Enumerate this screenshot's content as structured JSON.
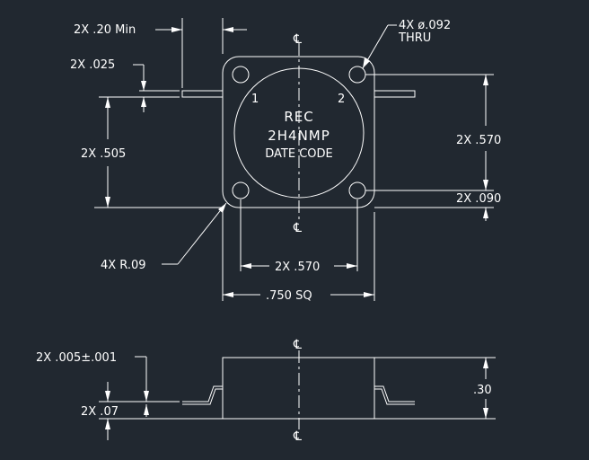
{
  "colors": {
    "background": "#212830",
    "lines": "#ffffff"
  },
  "top_view": {
    "min_length": "2X .20 Min",
    "lead_thickness": "2X .025",
    "lead_offset": "2X .505",
    "corner_radius": "4X R.09",
    "hole_spacing_x": "2X .570",
    "body_width": ".750 SQ",
    "hole_spacing_y": "2X .570",
    "hole_edge": "2X .090",
    "hole_dia_line1": "4X ø.092",
    "hole_dia_line2": "THRU",
    "pin1": "1",
    "pin2": "2",
    "marking_line1": "REC",
    "marking_line2": "2H4NMP",
    "marking_line3": "DATE  CODE",
    "centerline_symbol": "℄"
  },
  "side_view": {
    "lead_thick_tol": "2X .005±.001",
    "lead_height": "2X .07",
    "body_height": ".30",
    "centerline_symbol": "℄"
  }
}
